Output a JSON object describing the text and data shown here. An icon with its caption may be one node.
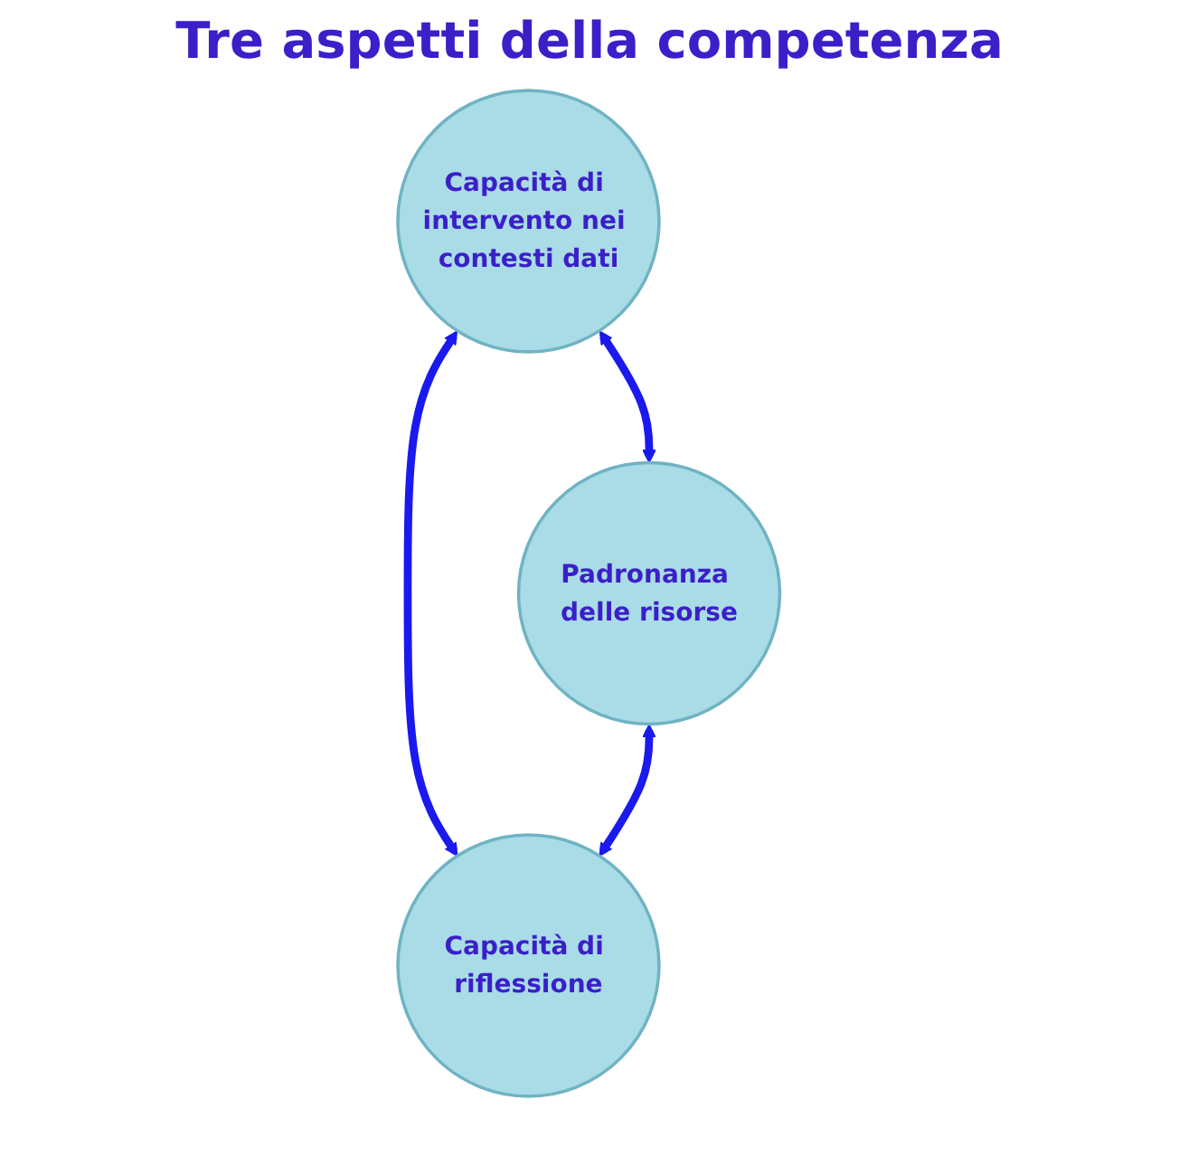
{
  "diagram": {
    "title": "Tre aspetti della competenza",
    "nodes": [
      {
        "text": [
          "Capacità di intervento nei contesti dati"
        ]
      },
      {
        "text": [
          "Padronanza delle risorse"
        ]
      },
      {
        "text": [
          "Capacità di riflessione"
        ]
      }
    ],
    "edges": [
      {
        "from": 0,
        "to": 1,
        "arrow": "both"
      },
      {
        "from": 0,
        "to": 2,
        "arrow": "both"
      },
      {
        "from": 1,
        "to": 2,
        "arrow": "both"
      }
    ]
  }
}
